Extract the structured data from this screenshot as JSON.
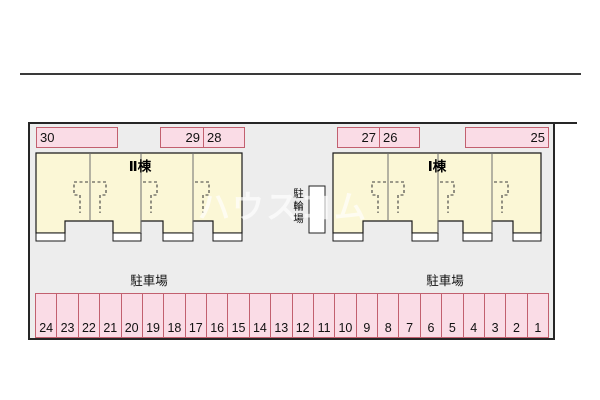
{
  "site_plan": {
    "watermark": "ハウスコム",
    "buildings": [
      {
        "label": "Ⅱ棟"
      },
      {
        "label": "Ⅰ棟"
      }
    ],
    "bicycle_parking_label": "駐輪場",
    "car_park_label_left": "駐車場",
    "car_park_label_right": "駐車場",
    "top_row_numbers": [
      "30",
      "29",
      "28",
      "27",
      "26",
      "25"
    ],
    "bottom_row_numbers": [
      "24",
      "23",
      "22",
      "21",
      "20",
      "19",
      "18",
      "17",
      "16",
      "15",
      "14",
      "13",
      "12",
      "11",
      "10",
      "9",
      "8",
      "7",
      "6",
      "5",
      "4",
      "3",
      "2",
      "1"
    ]
  },
  "colors": {
    "parking_fill": "#fadce6",
    "parking_border": "#c2606f",
    "building_fill": "#fbf7d6",
    "building_border": "#1a1a1a",
    "frame_border": "#262626",
    "road_line": "#3a3a3a",
    "inner_bg": "#ededed",
    "divider": "#6e6e6e"
  }
}
